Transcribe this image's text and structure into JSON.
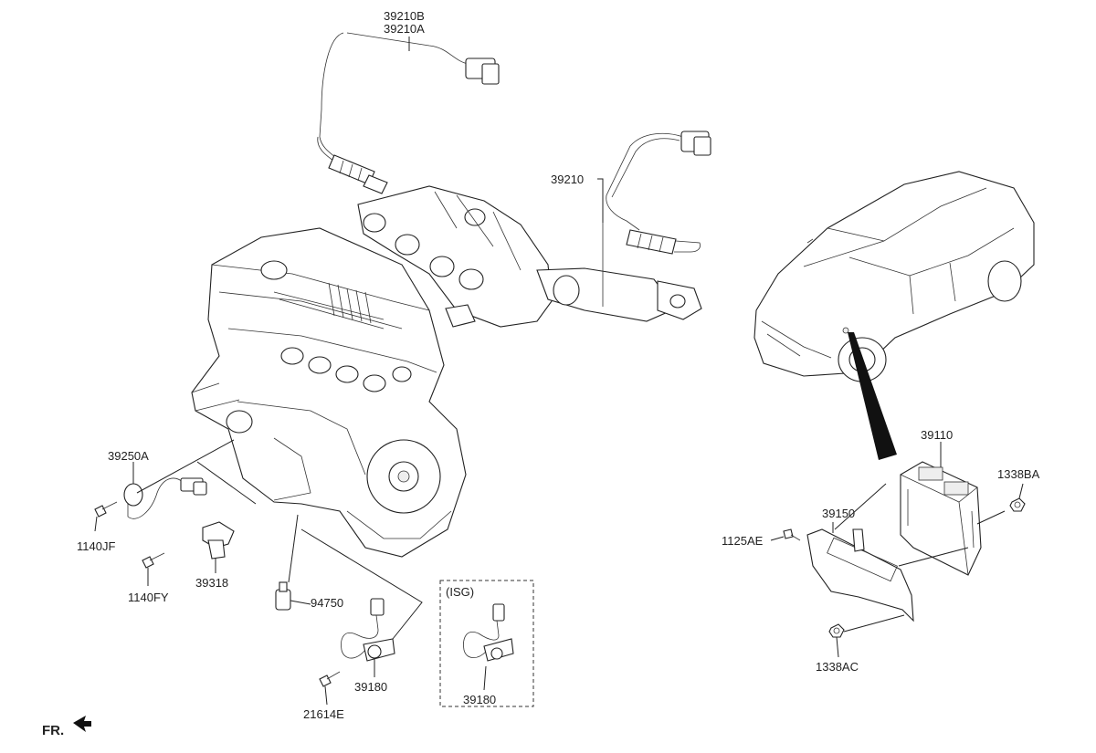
{
  "labels": {
    "p39210b": "39210B",
    "p39210a": "39210A",
    "p39210": "39210",
    "p39250a": "39250A",
    "p1140jf": "1140JF",
    "p1140fy": "1140FY",
    "p39318": "39318",
    "p94750": "94750",
    "p39180": "39180",
    "p21614e": "21614E",
    "isg": "(ISG)",
    "p39180_isg": "39180",
    "p39110": "39110",
    "p1338ba": "1338BA",
    "p39150": "39150",
    "p1125ae": "1125AE",
    "p1338ac": "1338AC",
    "front": "FR."
  }
}
